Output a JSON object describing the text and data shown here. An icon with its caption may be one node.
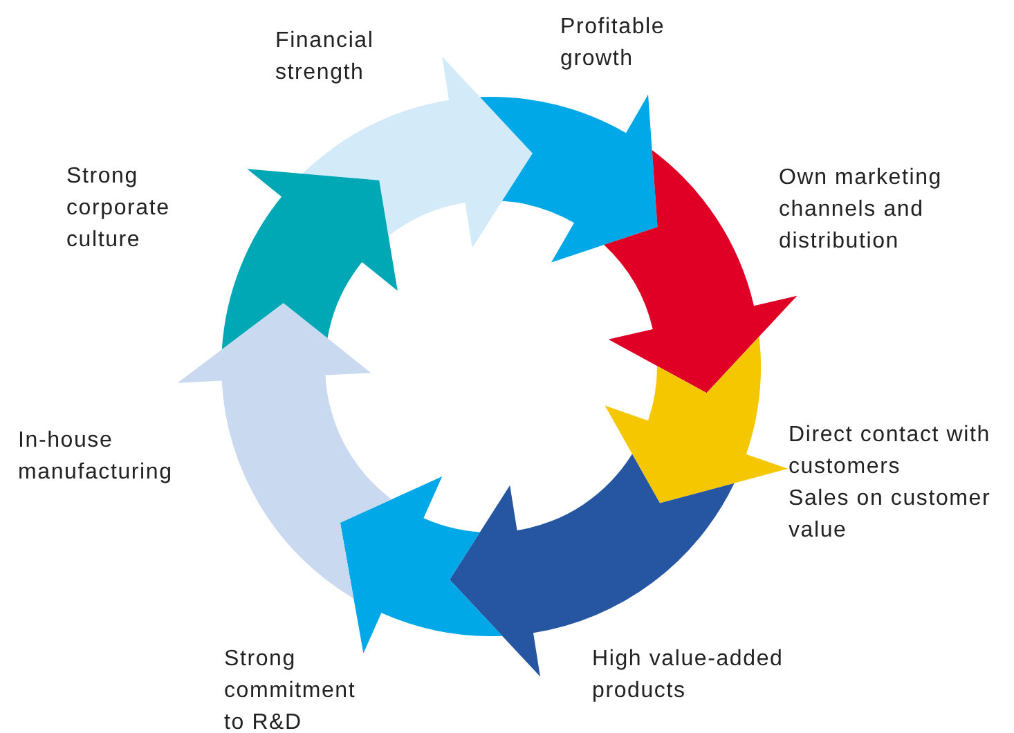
{
  "diagram": {
    "nodes": [
      {
        "text": [],
        "shape": "arrow",
        "beside": [
          "Financial strength"
        ]
      },
      {
        "text": [],
        "shape": "arrow",
        "beside": [
          "Profitable growth"
        ]
      },
      {
        "text": [],
        "shape": "arrow",
        "beside": [
          "Own marketing channels and distribution"
        ]
      },
      {
        "text": [],
        "shape": "arrow",
        "beside": [
          "Direct contact with customers",
          "Sales on customer value"
        ]
      },
      {
        "text": [],
        "shape": "arrow",
        "beside": [
          "High value-added products"
        ]
      },
      {
        "text": [],
        "shape": "arrow",
        "beside": [
          "Strong commitment to R&D"
        ]
      },
      {
        "text": [],
        "shape": "arrow",
        "beside": [
          "In-house manufacturing"
        ]
      },
      {
        "text": [],
        "shape": "arrow",
        "beside": [
          "Strong corporate culture"
        ]
      }
    ]
  }
}
